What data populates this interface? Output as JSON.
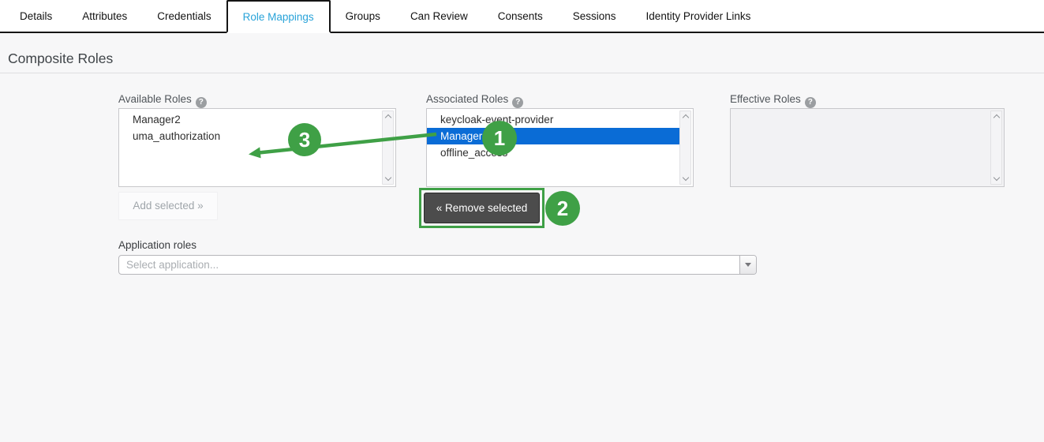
{
  "tabs": [
    {
      "label": "Details",
      "active": false
    },
    {
      "label": "Attributes",
      "active": false
    },
    {
      "label": "Credentials",
      "active": false
    },
    {
      "label": "Role Mappings",
      "active": true
    },
    {
      "label": "Groups",
      "active": false
    },
    {
      "label": "Can Review",
      "active": false
    },
    {
      "label": "Consents",
      "active": false
    },
    {
      "label": "Sessions",
      "active": false
    },
    {
      "label": "Identity Provider Links",
      "active": false
    }
  ],
  "page": {
    "title": "Composite Roles"
  },
  "help_glyph": "?",
  "available_roles": {
    "label": "Available Roles",
    "items": [
      "Manager2",
      "uma_authorization"
    ],
    "add_button_label": "Add selected »"
  },
  "associated_roles": {
    "label": "Associated Roles",
    "items": [
      "keycloak-event-provider",
      "Manager1",
      "offline_access"
    ],
    "selected_item": "Manager1",
    "remove_button_label": "« Remove selected"
  },
  "effective_roles": {
    "label": "Effective Roles",
    "items": []
  },
  "application_roles": {
    "label": "Application roles",
    "placeholder": "Select application..."
  },
  "annotations": {
    "step1": "1",
    "step2": "2",
    "step3": "3"
  },
  "colors": {
    "annotation_green": "#3fa046",
    "selection_blue": "#0a6cd6",
    "active_tab_blue": "#29a3d9",
    "tab_border_black": "#151515"
  }
}
